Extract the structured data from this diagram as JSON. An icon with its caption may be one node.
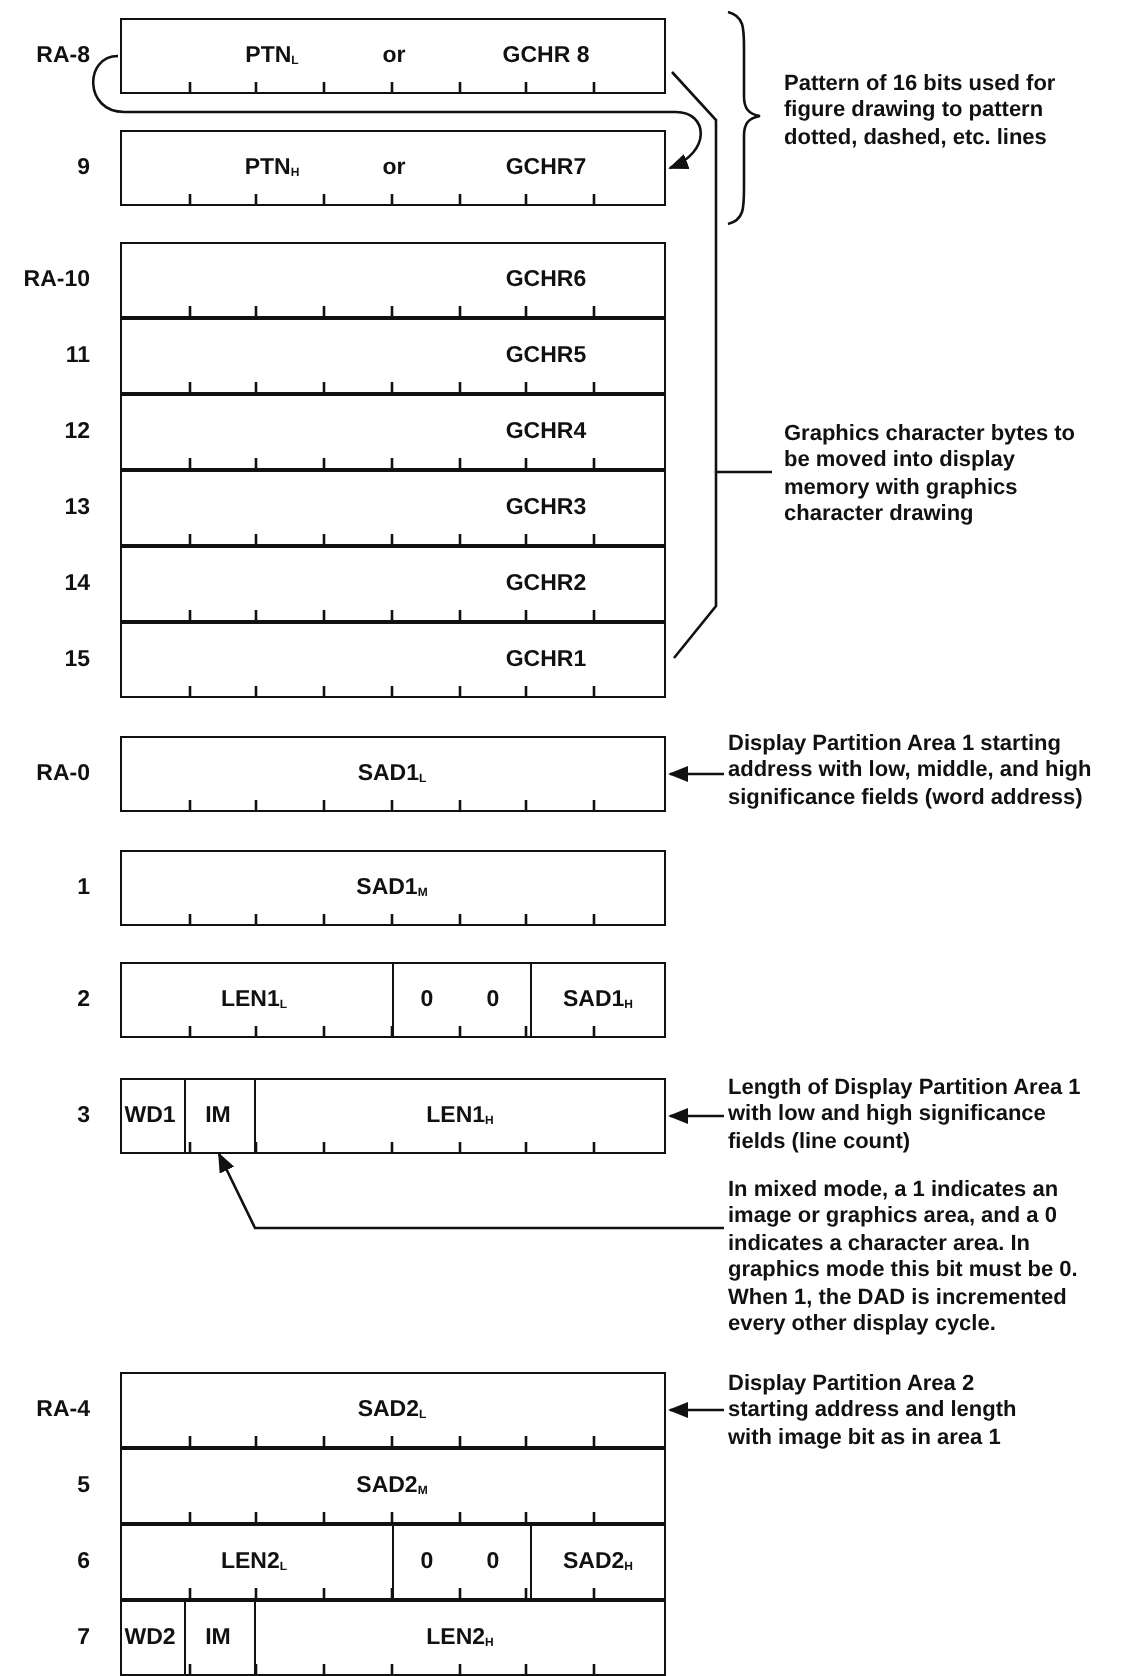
{
  "diagram": {
    "nodes": [
      {
        "text": [
          "PTN$_{L}$",
          "or",
          "GCHR 8"
        ],
        "beside": [
          "RA-8"
        ]
      },
      {
        "text": [
          "PTN$_{H}$",
          "or",
          "GCHR7"
        ],
        "beside": [
          "9"
        ]
      },
      {
        "text": [
          "GCHR6"
        ],
        "beside": [
          "RA-10"
        ]
      },
      {
        "text": [
          "GCHR5"
        ],
        "beside": [
          "11"
        ]
      },
      {
        "text": [
          "GCHR4"
        ],
        "beside": [
          "12"
        ]
      },
      {
        "text": [
          "GCHR3"
        ],
        "beside": [
          "13"
        ]
      },
      {
        "text": [
          "GCHR2"
        ],
        "beside": [
          "14"
        ]
      },
      {
        "text": [
          "GCHR1"
        ],
        "beside": [
          "15"
        ]
      },
      {
        "text": [
          "Pattern of 16 bits used for figure drawing to pattern dotted, dashed, etc. lines"
        ]
      },
      {
        "text": [
          "Graphics character bytes to be moved into display memory with graphics character drawing"
        ]
      },
      {
        "text": [
          "SAD1$_{L}$"
        ],
        "beside": [
          "RA-0"
        ]
      },
      {
        "text": [
          "SAD1$_{M}$"
        ],
        "beside": [
          "1"
        ]
      },
      {
        "text": [],
        "shape": "box",
        "beside": [
          "2"
        ]
      },
      {
        "text": [
          "LEN1$_{L}$"
        ],
        "in": 12
      },
      {
        "text": [
          "0",
          "0"
        ],
        "in": 12
      },
      {
        "text": [
          "SAD1$_{H}$"
        ],
        "in": 12
      },
      {
        "text": [],
        "shape": "box",
        "beside": [
          "3"
        ]
      },
      {
        "text": [
          "WD1"
        ],
        "in": 16
      },
      {
        "text": [
          "IM"
        ],
        "in": 16
      },
      {
        "text": [
          "LEN1$_{H}$"
        ],
        "in": 16
      },
      {
        "text": [
          "Display Partition Area 1 starting address with low, middle, and high significance fields (word address)"
        ]
      },
      {
        "text": [
          "Length of Display Partition Area 1 with low and high significance fields (line count)"
        ]
      },
      {
        "text": [
          "In mixed mode, a 1 indicates an image or graphics area, and a 0 indicates a character area. In graphics mode this bit must be 0. When 1, the DAD is incremented every other display cycle."
        ]
      },
      {
        "text": [
          "Display Partition Area 2 starting address and length with image bit as in area 1"
        ]
      },
      {
        "text": [
          "SAD2$_{L}$"
        ],
        "beside": [
          "RA-4"
        ]
      },
      {
        "text": [
          "SAD2$_{M}$"
        ],
        "beside": [
          "5"
        ]
      },
      {
        "text": [],
        "shape": "box",
        "beside": [
          "6"
        ]
      },
      {
        "text": [
          "LEN2$_{L}$"
        ],
        "in": 26
      },
      {
        "text": [
          "0",
          "0"
        ],
        "in": 26
      },
      {
        "text": [
          "SAD2$_{H}$"
        ],
        "in": 26
      },
      {
        "text": [],
        "shape": "box",
        "beside": [
          "7"
        ]
      },
      {
        "text": [
          "WD2"
        ],
        "in": 30
      },
      {
        "text": [
          "IM"
        ],
        "in": 30
      },
      {
        "text": [
          "LEN2$_{H}$"
        ],
        "in": 30
      }
    ],
    "edges": [
      {
        "from": 0,
        "to": 1,
        "arrow": "to"
      },
      {
        "from": 20,
        "to": 10,
        "arrow": "to"
      },
      {
        "from": 21,
        "to": 16,
        "arrow": "to"
      },
      {
        "from": 22,
        "to": 18,
        "arrow": "to"
      },
      {
        "from": 23,
        "to": 24,
        "arrow": "to"
      }
    ]
  }
}
